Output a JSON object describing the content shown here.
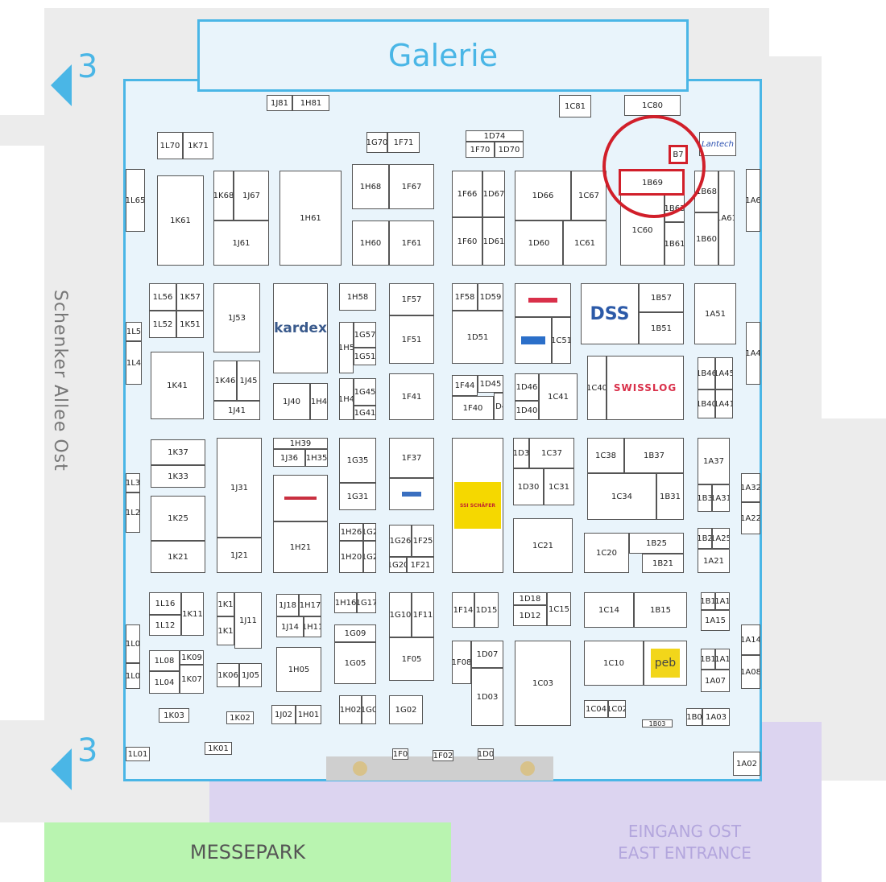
{
  "map": {
    "gallery_label": "Galerie",
    "level_marker": "3",
    "street_label": "Schenker Allee Ost",
    "park_label": "MESSEPARK",
    "entrance_de": "EINGANG OST",
    "entrance_en": "EAST ENTRANCE",
    "highlight_color": "#d11f2a",
    "accent_color": "#4ab6e6"
  },
  "logos": {
    "kardex": "kardex",
    "dss": "DSS",
    "swisslog": "SWISSLOG",
    "schaefer": "SSI SCHÄFER",
    "peb": "peb"
  },
  "booths": {
    "b1J81": "1J81",
    "b1H81": "1H81",
    "b1C81": "1C81",
    "b1C80": "1C80",
    "b1L70": "1L70",
    "b1K71": "1K71",
    "b1G70": "1G70",
    "b1F71": "1F71",
    "b1D74": "1D74",
    "b1F70": "1F70",
    "b1D70": "1D70",
    "bB7": "B7",
    "bLantech": "Lantech",
    "b1L65": "1L65",
    "b1K61": "1K61",
    "b1K68": "1K68",
    "b1J67": "1J67",
    "b1J61": "1J61",
    "b1H61": "1H61",
    "b1H68": "1H68",
    "b1F67": "1F67",
    "b1H60": "1H60",
    "b1F61": "1F61",
    "b1F66": "1F66",
    "b1D67": "1D67",
    "b1F60": "1F60",
    "b1D61": "1D61",
    "b1D66": "1D66",
    "b1C67": "1C67",
    "b1D60": "1D60",
    "b1C61": "1C61",
    "b1B69": "1B69",
    "b1B63": "1B63",
    "b1C60": "1C60",
    "b1B61": "1B61",
    "b1B68": "1B68",
    "b1A61": "1A61",
    "b1B60": "1B60",
    "b1A6": "1A6",
    "b1L56": "1L56",
    "b1K57": "1K57",
    "b1L52": "1L52",
    "b1K51": "1K51",
    "b1L5": "1L5",
    "b1L4": "1L4",
    "b1J53": "1J53",
    "b1H58": "1H58",
    "b1H5": "1H5",
    "b1G57": "1G57",
    "b1G51": "1G51",
    "b1F57": "1F57",
    "b1F51": "1F51",
    "b1F58": "1F58",
    "b1D59": "1D59",
    "b1D51": "1D51",
    "b1C51": "1C51",
    "b1B57": "1B57",
    "b1B51": "1B51",
    "b1A51": "1A51",
    "b1A4": "1A4",
    "b1K41": "1K41",
    "b1K46": "1K46",
    "b1J45": "1J45",
    "b1J41": "1J41",
    "b1J40": "1J40",
    "b1H4a": "1H4",
    "b1H4b": "1H4",
    "b1G45": "1G45",
    "b1G41": "1G41",
    "b1F41": "1F41",
    "b1F44": "1F44",
    "b1D45": "1D45",
    "b1F40": "1F40",
    "b1D4": "1D4",
    "b1D46": "1D46",
    "b1D40": "1D40",
    "b1C41": "1C41",
    "b1C40": "1C40",
    "b1B46": "1B46",
    "b1A45": "1A45",
    "b1B40": "1B40",
    "b1A41": "1A41",
    "b1K37": "1K37",
    "b1K33": "1K33",
    "b1L3": "1L3",
    "b1L2": "1L2",
    "b1K25": "1K25",
    "b1K21": "1K21",
    "b1J31": "1J31",
    "b1J21": "1J21",
    "b1H39": "1H39",
    "b1J36": "1J36",
    "b1H35": "1H35",
    "b1H21": "1H21",
    "b1G35": "1G35",
    "b1G31": "1G31",
    "b1H26": "1H26",
    "b1G2a": "1G2",
    "b1H20": "1H20",
    "b1G2b": "1G2",
    "b1F37": "1F37",
    "b1G26": "1G26",
    "b1F25": "1F25",
    "b1G20": "1G20",
    "b1F21": "1F21",
    "b1D3": "1D3",
    "b1C37": "1C37",
    "b1D30": "1D30",
    "b1C31": "1C31",
    "b1C21": "1C21",
    "b1C38": "1C38",
    "b1B37": "1B37",
    "b1C34": "1C34",
    "b1B31": "1B31",
    "b1C20": "1C20",
    "b1B25": "1B25",
    "b1B21": "1B21",
    "b1A37": "1A37",
    "b1B3": "1B3",
    "b1A31": "1A31",
    "b1A32": "1A32",
    "b1A22": "1A22",
    "b1B2": "1B2",
    "b1A25": "1A25",
    "b1A21": "1A21",
    "b1L16": "1L16",
    "b1K11": "1K11",
    "b1L12": "1L12",
    "b1K1a": "1K1",
    "b1K1b": "1K1",
    "b1J11": "1J11",
    "b1J18": "1J18",
    "b1H17": "1H17",
    "b1J14": "1J14",
    "b1H11": "1H11",
    "b1H16": "1H16",
    "b1G17": "1G17",
    "b1G09": "1G09",
    "b1G05": "1G05",
    "b1G10": "1G10",
    "b1F11": "1F11",
    "b1F05": "1F05",
    "b1F14": "1F14",
    "b1D15": "1D15",
    "b1D18": "1D18",
    "b1D12": "1D12",
    "b1C15": "1C15",
    "b1C14": "1C14",
    "b1B15": "1B15",
    "b1B1": "1B1",
    "b1A1": "1A1",
    "b1A15": "1A15",
    "b1A14": "1A14",
    "b1L0a": "1L0",
    "b1L0b": "1L0",
    "b1L08": "1L08",
    "b1K09": "1K09",
    "b1L04": "1L04",
    "b1K07": "1K07",
    "b1K06": "1K06",
    "b1J05": "1J05",
    "b1H05": "1H05",
    "b1F08": "1F08",
    "b1D07": "1D07",
    "b1D03": "1D03",
    "b1C03": "1C03",
    "b1C10": "1C10",
    "b1B1b": "1B1",
    "b1A1b": "1A1",
    "b1A07": "1A07",
    "b1A08": "1A08",
    "b1K03": "1K03",
    "b1K02": "1K02",
    "b1J02": "1J02",
    "b1H01": "1H01",
    "b1H02": "1H02",
    "b1G0": "1G0",
    "b1G02": "1G02",
    "b1C04": "1C04",
    "b1C02": "1C02",
    "b1B03": "1B03",
    "b1B0": "1B0",
    "b1A03": "1A03",
    "b1L01": "1L01",
    "b1K01": "1K01",
    "b1F0": "1F0",
    "b1F02": "1F02",
    "b1D0": "1D0",
    "b1A02": "1A02"
  }
}
